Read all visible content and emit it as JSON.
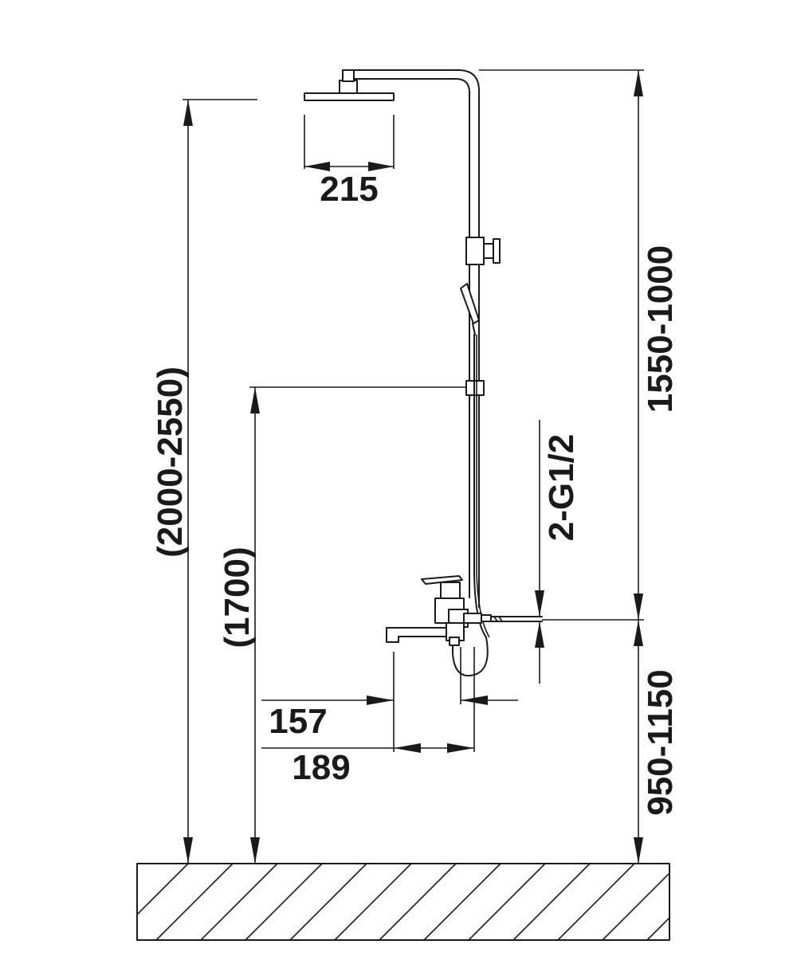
{
  "diagram": {
    "dimensions": {
      "head_width": "215",
      "total_height": "(2000-2550)",
      "slide_height": "(1700)",
      "rail_length": "1550-1000",
      "inlet_height": "950-1150",
      "thread": "2-G1/2",
      "inner_offset": "157",
      "outer_offset": "189"
    },
    "colors": {
      "line": "#1a1a1a",
      "background": "#ffffff"
    }
  }
}
